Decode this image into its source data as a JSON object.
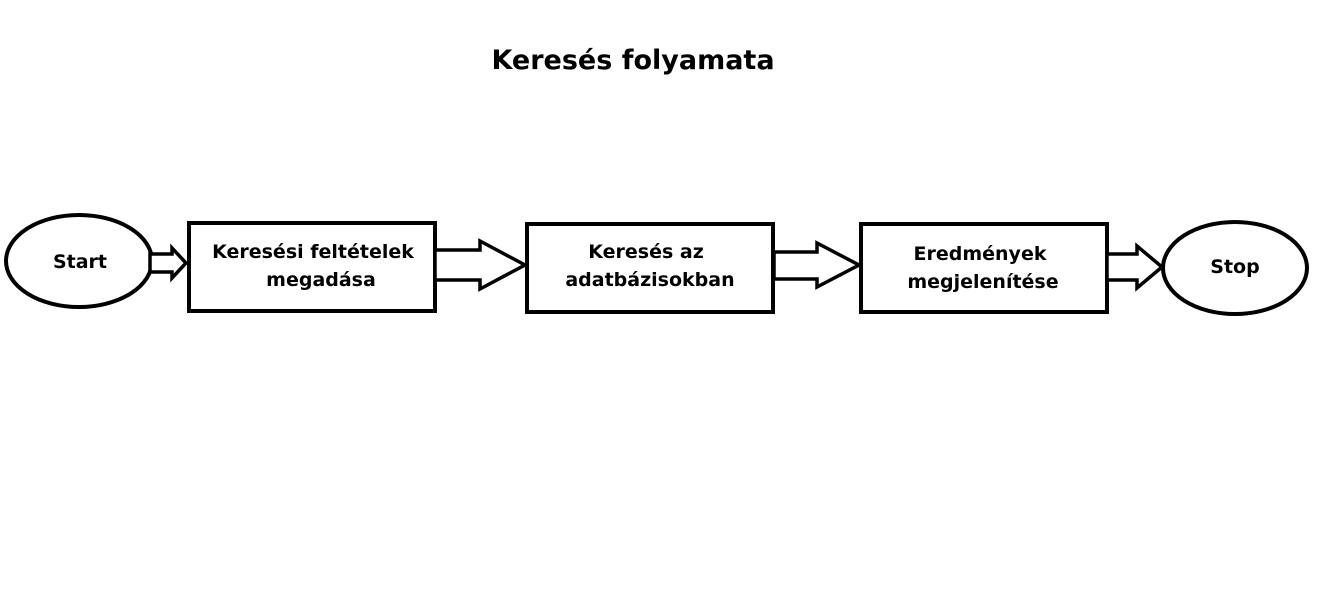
{
  "title": "Keresés folyamata",
  "nodes": [
    {
      "id": "start",
      "shape": "ellipse",
      "lines": [
        "Start"
      ]
    },
    {
      "id": "criteria",
      "shape": "rect",
      "lines": [
        "Keresési feltételek",
        "megadása"
      ]
    },
    {
      "id": "search",
      "shape": "rect",
      "lines": [
        "Keresés az",
        "adatbázisokban"
      ]
    },
    {
      "id": "results",
      "shape": "rect",
      "lines": [
        "Eredmények",
        "megjelenítése"
      ]
    },
    {
      "id": "stop",
      "shape": "ellipse",
      "lines": [
        "Stop"
      ]
    }
  ],
  "edges": [
    {
      "from": "start",
      "to": "criteria"
    },
    {
      "from": "criteria",
      "to": "search"
    },
    {
      "from": "search",
      "to": "results"
    },
    {
      "from": "results",
      "to": "stop"
    }
  ]
}
